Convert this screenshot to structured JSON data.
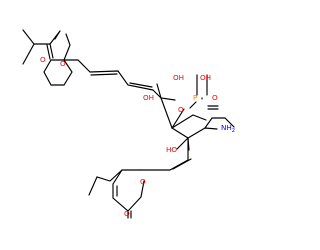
{
  "labels": {
    "ester_o": "O",
    "carbonyl_o": "O",
    "hydroxyl_upper": "OH",
    "phos_oh_left": "OH",
    "phos_oh_right": "OH",
    "phos_p": "P",
    "phos_o_double": "O",
    "phos_o_bridge": "O",
    "amine": "NH",
    "amine_sub": "2",
    "hydroxyl_lower": "HO",
    "ring_o": "O",
    "lactone_o": "O"
  },
  "colors": {
    "bond": "#000000",
    "oxygen": "#ff0000",
    "nitrogen": "#0000ff",
    "phosphorus": "#ff8000"
  }
}
